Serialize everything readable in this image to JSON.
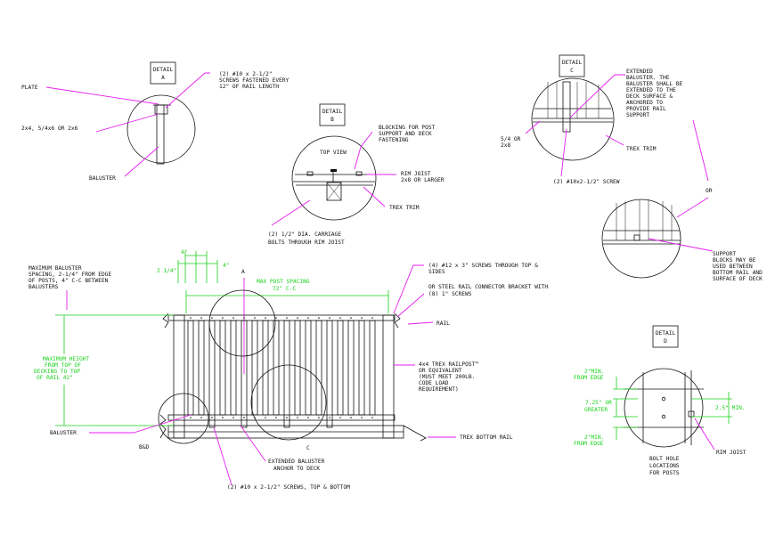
{
  "detail_a": {
    "tag": [
      "DETAIL",
      "A"
    ],
    "plate": "PLATE",
    "screws": [
      "(2) #10 x 2-1/2\"",
      "SCREWS FASTENED EVERY",
      "12\" OF RAIL LENGTH"
    ],
    "lumber": "2x4, 5/4x6 OR 2x6",
    "baluster": "BALUSTER"
  },
  "detail_b": {
    "tag": [
      "DETAIL",
      "B"
    ],
    "top_view": "TOP VIEW",
    "blocking": [
      "BLOCKING FOR POST",
      "SUPPORT AND DECK",
      "FASTENING"
    ],
    "rim_joist": [
      "RIM JOIST",
      "2x8 OR LARGER"
    ],
    "trex_trim": "TREX TRIM",
    "bolts": [
      "(2) 1/2\" DIA. CARRIAGE",
      "BOLTS THROUGH RIM JOIST"
    ]
  },
  "detail_c": {
    "tag": [
      "DETAIL",
      "C"
    ],
    "extended": [
      "EXTENDED",
      "BALUSTER. THE",
      "BALUSTER SHALL BE",
      "EXTENDED TO THE",
      "DECK SURFACE &",
      "ANCHORED TO",
      "PROVIDE RAIL",
      "SUPPORT"
    ],
    "size": [
      "5/4 OR",
      "2x8"
    ],
    "trex_trim": "TREX TRIM",
    "screw": "(2) #10x2-1/2\" SCREW",
    "or": "OR",
    "support_blocks": [
      "SUPPORT",
      "BLOCKS MAY BE",
      "USED BETWEEN",
      "BOTTOM RAIL AND",
      "SURFACE OF DECK"
    ]
  },
  "detail_d": {
    "tag": [
      "DETAIL",
      "D"
    ],
    "top_dim": [
      "2\"MIN.",
      "FROM EDGE"
    ],
    "mid_dim": [
      "7.25\" OR",
      "GREATER"
    ],
    "bot_dim": [
      "2\"MIN.",
      "FROM EDGE"
    ],
    "right_dim": "2.5\" MIN.",
    "rim_joist": "RIM JOIST",
    "caption": [
      "BOLT HOLE",
      "LOCATIONS",
      "FOR POSTS"
    ]
  },
  "main": {
    "max_spacing": [
      "MAXIMUM BALUSTER",
      "SPACING, 2-1/4\" FROM EDGE",
      "OF POSTS, 4\" C-C BETWEEN",
      "BALUSTERS"
    ],
    "dim_4a": "4\"",
    "dim_214": "2 1/4\"",
    "dim_4b": "4\"",
    "callout_a": "A",
    "post_spacing": [
      "MAX POST SPACING",
      "72\" C-C"
    ],
    "max_height": [
      "MAXIMUM HEIGHT",
      "FROM TOP OF",
      "DECKING TO TOP",
      "OF RAIL 42\""
    ],
    "screws_top": [
      "(4) #12 x 3\" SCREWS THROUGH TOP &",
      "SIDES"
    ],
    "connector": [
      "OR STEEL RAIL CONNECTOR BRACKET WITH",
      "(8) 1\" SCREWS"
    ],
    "rail": "RAIL",
    "railpost": [
      "4x4 TREX RAILPOST™",
      "OR EQUIVALENT",
      "(MUST MEET 200LB.",
      "CODE LOAD",
      "REQUIREMENT)"
    ],
    "baluster": "BALUSTER",
    "bd": "B&D",
    "callout_c": "C",
    "extended_anchor": [
      "EXTENDED BALUSTER",
      "ANCHOR TO DECK"
    ],
    "bottom_rail": "TREX BOTTOM RAIL",
    "bottom_screws": "(2) #10 x 2-1/2\" SCREWS, TOP & BOTTOM"
  },
  "colors": {
    "dimension": "#19d119",
    "leader": "#e61ef0",
    "linework": "#111111"
  }
}
